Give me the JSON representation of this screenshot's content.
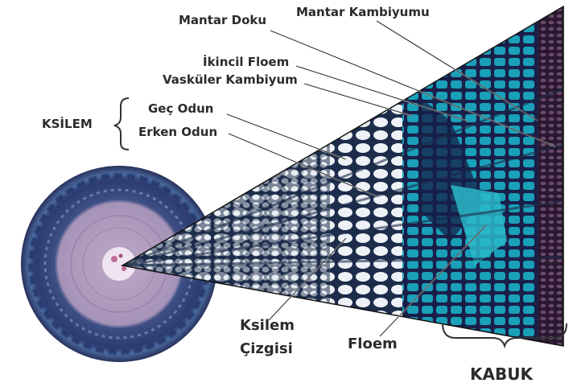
{
  "labels": {
    "mantar_kambiyumu": "Mantar Kambiyumu",
    "mantar_doku": "Mantar Doku",
    "ikincil_floem": "İkincil Floem",
    "vaskuler_kambiyum": "Vasküler Kambiyum",
    "ksilem": "KSİLEM",
    "gec_odun": "Geç Odun",
    "erken_odun": "Erken Odun",
    "ksilem_cizgisi_line1": "Ksilem",
    "ksilem_cizgisi_line2": "Çizgisi",
    "floem": "Floem",
    "kabuk": "KABUK"
  },
  "colors": {
    "label_text": "#2b2b2b",
    "xylem_fill": "#dfe6ee",
    "xylem_cell": "#1c2c4a",
    "phloem_teal": "#1aa0b8",
    "phloem_dark": "#1a1f4a",
    "bark": "#3a1e2a",
    "stem_outer": "#2c3e6a",
    "stem_wood": "#b9a9c4",
    "stem_pith": "#e8dde8"
  }
}
